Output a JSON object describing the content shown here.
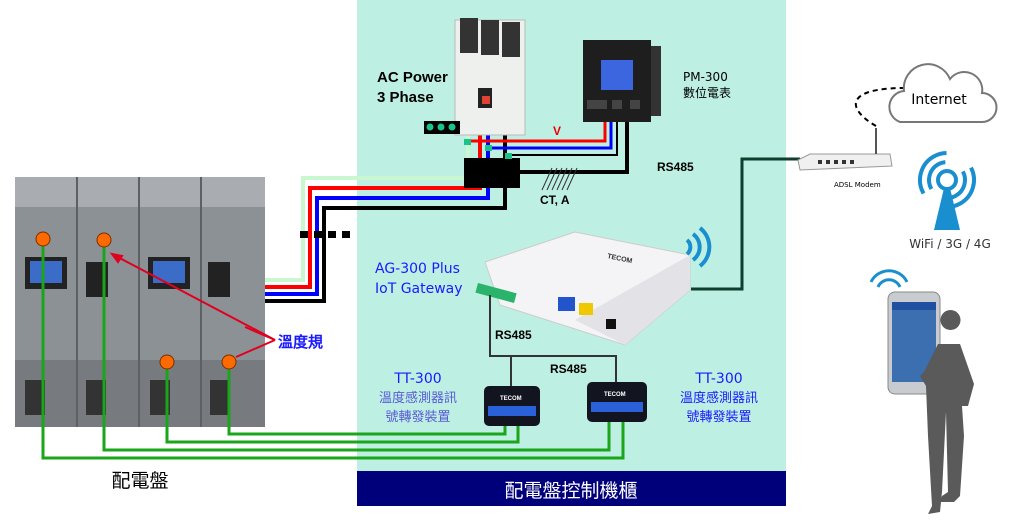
{
  "labels": {
    "ac_power_line1": "AC Power",
    "ac_power_line2": "3 Phase",
    "pm_model": "PM-300",
    "pm_desc": "數位電表",
    "voltage": "V",
    "ct": "CT, A",
    "rs485_meter": "RS485",
    "gateway_line1": "AG-300 Plus",
    "gateway_line2": "IoT Gateway",
    "gateway_brand": "TECOM",
    "rs485_gateway": "RS485",
    "rs485_bus": "RS485",
    "tt_left_model": "TT-300",
    "tt_left_desc1": "溫度感測器訊",
    "tt_left_desc2": "號轉發裝置",
    "tt_right_model": "TT-300",
    "tt_right_desc1": "溫度感測器訊",
    "tt_right_desc2": "號轉發裝置",
    "tt_brand": "TECOM",
    "thermometer": "溫度規",
    "switchgear": "配電盤",
    "cabinet_banner": "配電盤控制機櫃",
    "internet": "Internet",
    "modem": "ADSL Modem",
    "wireless": "WiFi / 3G / 4G"
  },
  "colors": {
    "panel_bg": "#bdf0e2",
    "banner": "#00007a",
    "blue_text": "#1a1aff",
    "phase_red": "#ff0000",
    "phase_blue": "#0000ff",
    "sensor_green": "#1aa51a",
    "sensor_dot": "#ff6a00"
  }
}
